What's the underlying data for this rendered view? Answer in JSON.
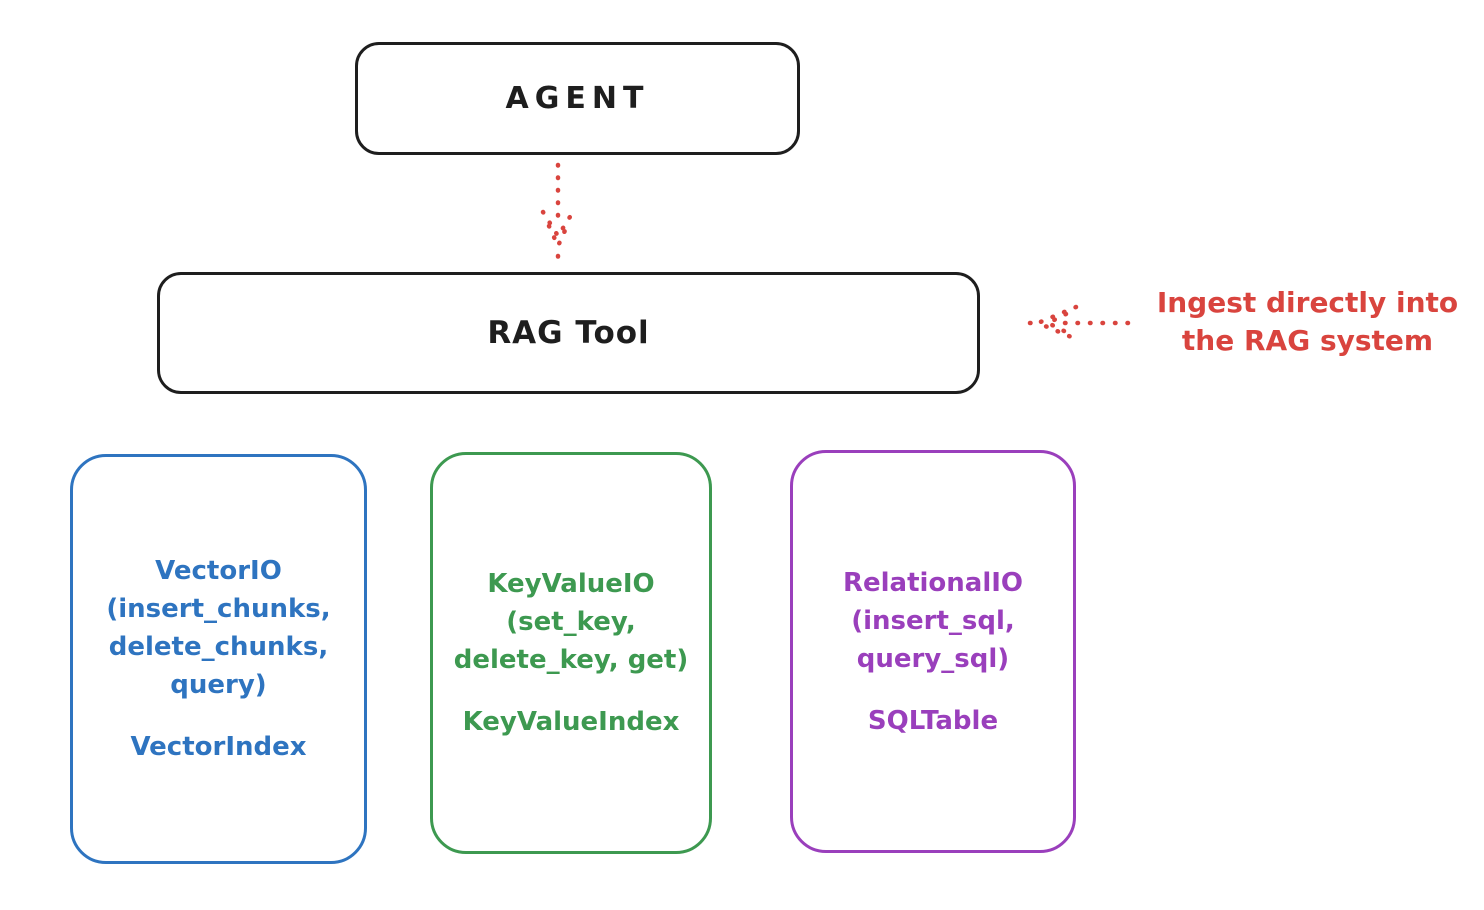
{
  "diagram": {
    "agent": {
      "label": "AGENT"
    },
    "rag_tool": {
      "label": "RAG Tool"
    },
    "annotation": {
      "lines": [
        "Ingest directly into",
        "the RAG system"
      ],
      "color": "#d9443e"
    },
    "arrows": [
      {
        "name": "agent-to-ragtool",
        "style": "dotted",
        "direction": "down",
        "color": "#d9443e"
      },
      {
        "name": "annotation-to-ragtool",
        "style": "dotted",
        "direction": "left",
        "color": "#d9443e"
      }
    ],
    "io_boxes": [
      {
        "name": "vector-io",
        "color": "#2e74c0",
        "lines": [
          "VectorIO",
          "(insert_chunks,",
          "delete_chunks,",
          "query)"
        ],
        "index_label": "VectorIndex"
      },
      {
        "name": "keyvalue-io",
        "color": "#3d9950",
        "lines": [
          "KeyValueIO",
          "(set_key,",
          "delete_key, get)"
        ],
        "index_label": "KeyValueIndex"
      },
      {
        "name": "relational-io",
        "color": "#9a3fbc",
        "lines": [
          "RelationalIO",
          "(insert_sql,",
          "query_sql)"
        ],
        "index_label": "SQLTable"
      }
    ],
    "colors": {
      "stroke": "#1e1e1e",
      "accent_red": "#d9443e",
      "blue": "#2e74c0",
      "green": "#3d9950",
      "purple": "#9a3fbc",
      "background": "#ffffff"
    }
  }
}
